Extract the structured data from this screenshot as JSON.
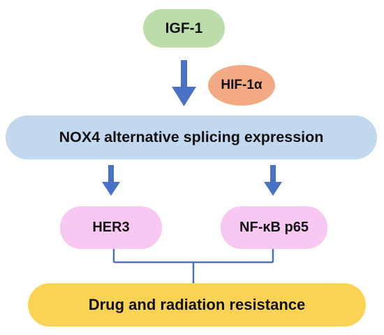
{
  "nodes": {
    "igf1": "IGF-1",
    "hif1a": "HIF-1α",
    "nox4": "NOX4 alternative splicing expression",
    "her3": "HER3",
    "nfkb": "NF-κB p65",
    "resistance": "Drug and radiation resistance"
  },
  "colors": {
    "igf1": "#bcdcaa",
    "hif1a": "#f3a982",
    "nox4": "#c1d8ee",
    "targets": "#f9c8f2",
    "resistance": "#fbd354",
    "arrow": "#4a72c4"
  }
}
